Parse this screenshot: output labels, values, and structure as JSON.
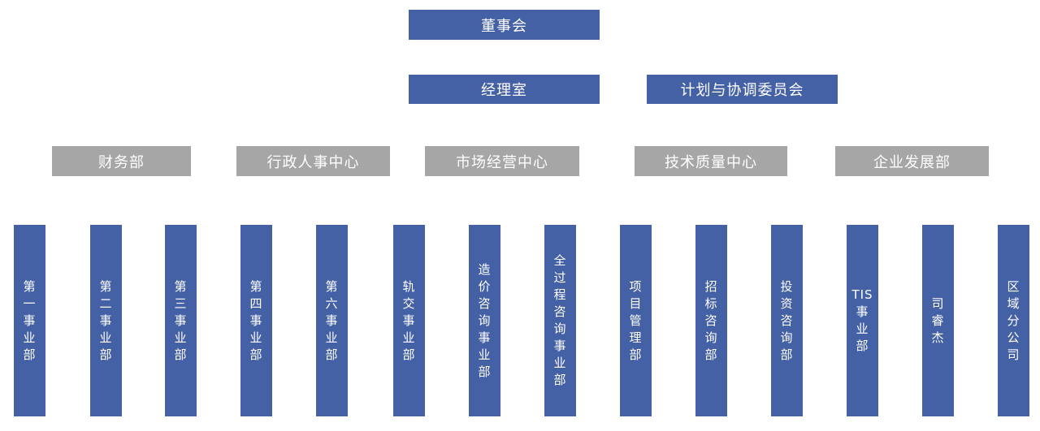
{
  "colors": {
    "primary_blue": "#4561A6",
    "secondary_gray": "#A6A6A6",
    "label_text": "#FFFFFF",
    "background": "#FFFFFF"
  },
  "org_chart": {
    "level1": [
      {
        "label": "董事会"
      }
    ],
    "level2": [
      {
        "label": "经理室"
      },
      {
        "label": "计划与协调委员会"
      }
    ],
    "level3": [
      {
        "label": "财务部"
      },
      {
        "label": "行政人事中心"
      },
      {
        "label": "市场经营中心"
      },
      {
        "label": "技术质量中心"
      },
      {
        "label": "企业发展部"
      }
    ],
    "level4": [
      {
        "label": "第一事业部"
      },
      {
        "label": "第二事业部"
      },
      {
        "label": "第三事业部"
      },
      {
        "label": "第四事业部"
      },
      {
        "label": "第六事业部"
      },
      {
        "label": "轨交事业部"
      },
      {
        "label": "造价咨询事业部"
      },
      {
        "label": "全过程咨询事业部"
      },
      {
        "label": "项目管理部"
      },
      {
        "label": "招标咨询部"
      },
      {
        "label": "投资咨询部"
      },
      {
        "label": "TIS事业部"
      },
      {
        "label": "司睿杰"
      },
      {
        "label": "区域分公司"
      }
    ]
  }
}
